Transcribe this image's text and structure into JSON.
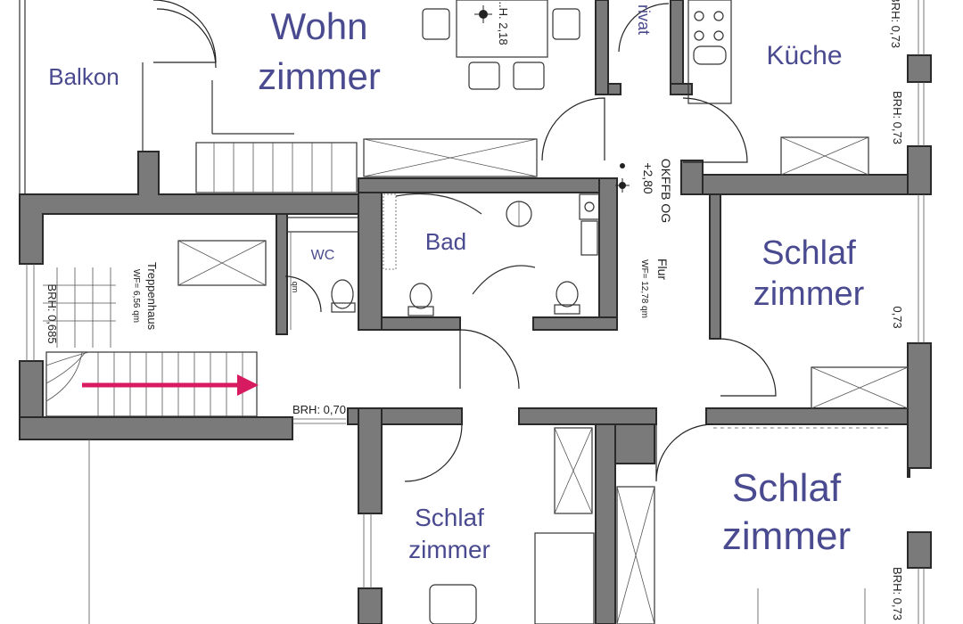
{
  "floorplan": {
    "rooms": {
      "wohnzimmer": {
        "line1": "Wohn",
        "line2": "zimmer"
      },
      "balkon": {
        "label": "Balkon"
      },
      "kueche": {
        "label": "Küche"
      },
      "privat": {
        "label": "rivat"
      },
      "bad": {
        "label": "Bad"
      },
      "wc": {
        "label": "WC"
      },
      "flur": {
        "label": "Flur",
        "area": "WF= 12,78 qm",
        "okffb1": "OKFFB OG",
        "okffb2": "+2,80"
      },
      "treppenhaus": {
        "label": "Treppenhaus",
        "area": "WF= 6,56 qm"
      },
      "schlaf_east": {
        "line1": "Schlaf",
        "line2": "zimmer"
      },
      "schlaf_se": {
        "line1": "Schlaf",
        "line2": "zimmer"
      },
      "schlaf_south": {
        "line1": "Schlaf",
        "line2": "zimmer"
      }
    },
    "annotations": {
      "brh_070": "BRH: 0,70",
      "brh_0685": "BRH: 0,685",
      "brh_073": "BRH: 0,73",
      "brh_073_short": "0,73",
      "h_218": "..H. 2,18",
      "qm_fragment": "qm"
    },
    "colors": {
      "wall_fill": "#7a7a7a",
      "label_color": "#4a4a90",
      "arrow_color": "#d81b60"
    },
    "icons": [
      "stair-direction-arrow",
      "elevation-marker",
      "toilet",
      "shower",
      "stove",
      "sink",
      "table"
    ]
  }
}
